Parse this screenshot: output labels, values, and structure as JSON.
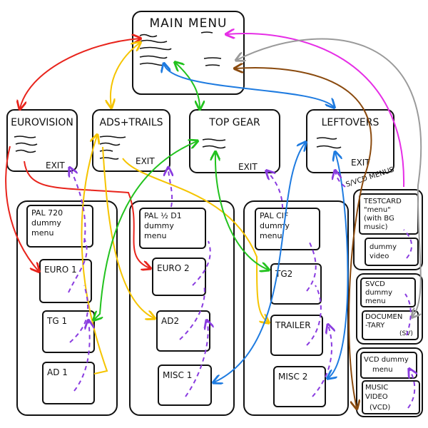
{
  "main_menu": {
    "title": "MAIN MENU"
  },
  "menus": [
    {
      "id": "eurovision",
      "title": "EUROVISION",
      "exit": "EXIT"
    },
    {
      "id": "ads-trails",
      "title": "ADS+TRAILS",
      "exit": "EXIT"
    },
    {
      "id": "top-gear",
      "title": "TOP GEAR",
      "exit": "EXIT"
    },
    {
      "id": "leftovers",
      "title": "LEFTOVERS",
      "exit": "EXIT"
    }
  ],
  "columns": [
    {
      "id": "pal720",
      "dummy_lines": [
        "PAL 720",
        "dummy",
        "menu"
      ],
      "items": [
        "EURO 1",
        "TG 1",
        "AD 1"
      ]
    },
    {
      "id": "pal-half-d1",
      "dummy_lines": [
        "PAL ½ D1",
        "dummy",
        "menu"
      ],
      "items": [
        "EURO 2",
        "AD2",
        "MISC 1"
      ]
    },
    {
      "id": "pal-cif",
      "dummy_lines": [
        "PAL CIF",
        "dummy",
        "menu"
      ],
      "items": [
        "TG2",
        "TRAILER",
        "MISC 2"
      ]
    }
  ],
  "leftover_groups": [
    {
      "id": "testcard",
      "boxes": [
        {
          "lines": [
            "TESTCARD",
            "\"menu\"",
            "(with BG",
            "music)"
          ]
        },
        {
          "lines": [
            "dummy",
            "video"
          ]
        }
      ]
    },
    {
      "id": "svcd",
      "boxes": [
        {
          "lines": [
            "SVCD",
            "dummy",
            "menu"
          ]
        },
        {
          "lines": [
            "DOCUMEN",
            "-TARY",
            "(SV)"
          ]
        }
      ]
    },
    {
      "id": "vcd",
      "boxes": [
        {
          "lines": [
            "VCD dummy",
            "menu"
          ]
        },
        {
          "lines": [
            "MUSIC",
            "VIDEO",
            "(VCD)"
          ]
        }
      ]
    }
  ],
  "labels": {
    "svcd_menus": "S/VCD MENUS"
  },
  "colors": {
    "red": "#e8241c",
    "yellow": "#f5c400",
    "green": "#22c21e",
    "blue": "#1e7be0",
    "magenta": "#e62ee6",
    "grey": "#9a9a9a",
    "brown": "#8a4a0e",
    "purple": "#8a3ce0"
  }
}
